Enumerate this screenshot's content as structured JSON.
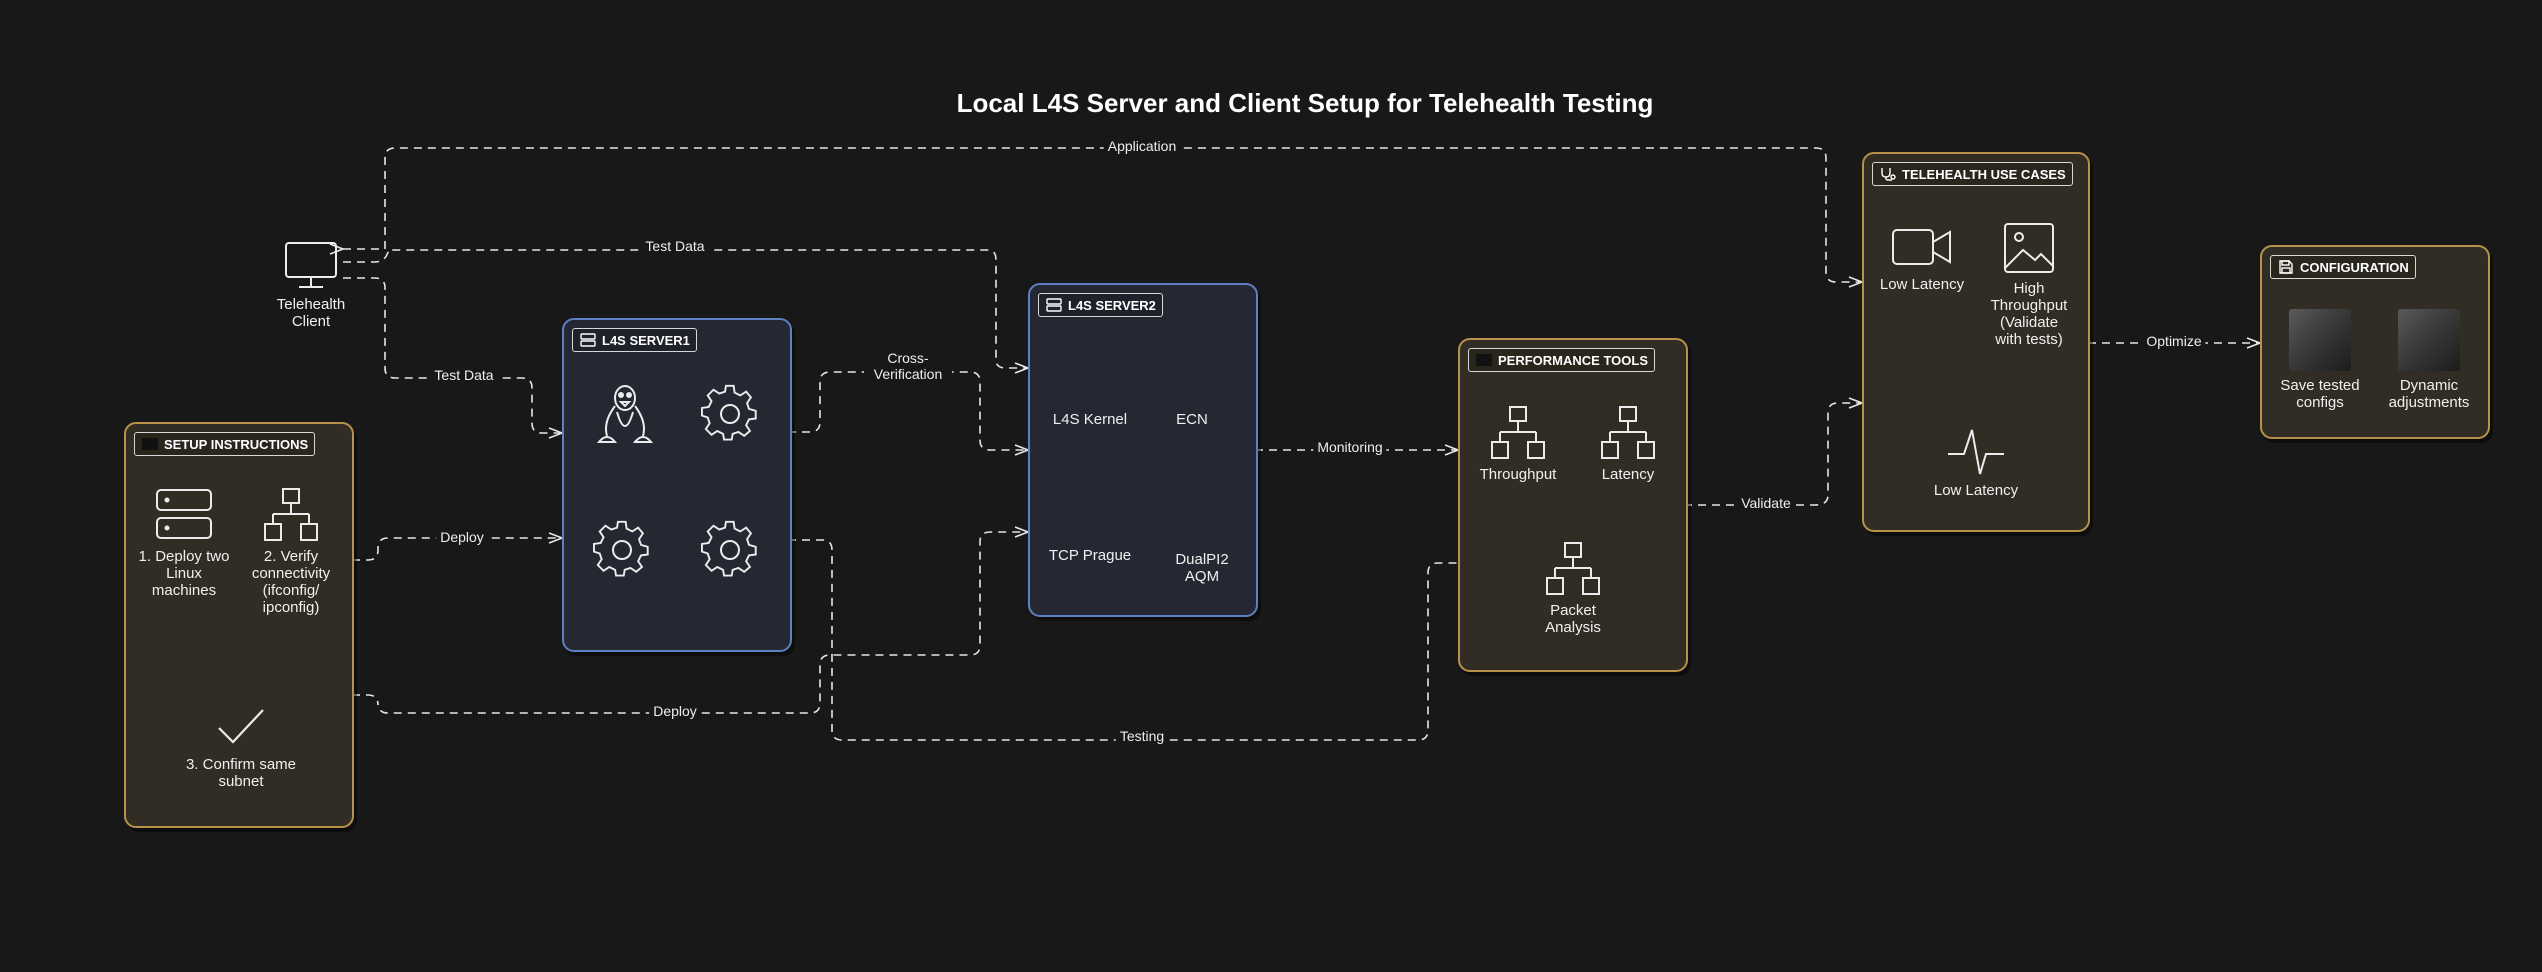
{
  "title": "Local L4S Server and Client Setup for Telehealth Testing",
  "colors": {
    "background": "#181818",
    "gold_border": "#b8914a",
    "blue_border": "#5d80c2",
    "edge": "#e6e6e6"
  },
  "client": {
    "label": "Telehealth Client",
    "icon": "monitor-icon"
  },
  "setup": {
    "header": "SETUP INSTRUCTIONS",
    "steps": [
      {
        "label": "1. Deploy two Linux machines",
        "icon": "server-stack-icon"
      },
      {
        "label": "2. Verify connectivity (ifconfig/ ipconfig)",
        "icon": "network-icon"
      },
      {
        "label": "3. Confirm same subnet",
        "icon": "check-icon"
      }
    ]
  },
  "server1": {
    "header": "L4S SERVER1",
    "icons": [
      "linux-penguin-icon",
      "gear-icon",
      "gear-icon",
      "gear-icon"
    ]
  },
  "server2": {
    "header": "L4S SERVER2",
    "items": [
      "L4S Kernel",
      "ECN",
      "TCP Prague",
      "DualPI2 AQM"
    ]
  },
  "perf": {
    "header": "PERFORMANCE TOOLS",
    "items": [
      "Throughput",
      "Latency",
      "Packet Analysis"
    ]
  },
  "telehealth": {
    "header": "TELEHEALTH USE CASES",
    "items": [
      {
        "label": "Low Latency",
        "icon": "video-camera-icon"
      },
      {
        "label": "High Throughput (Validate with tests)",
        "icon": "image-icon"
      },
      {
        "label": "Low Latency",
        "icon": "heartbeat-icon"
      }
    ]
  },
  "config": {
    "header": "CONFIGURATION",
    "items": [
      "Save tested configs",
      "Dynamic adjustments"
    ]
  },
  "edges": {
    "application": "Application",
    "test_data_top": "Test Data",
    "test_data_left": "Test Data",
    "cross_verification": "Cross- Verification",
    "deploy_top": "Deploy",
    "deploy_bottom": "Deploy",
    "monitoring": "Monitoring",
    "validate": "Validate",
    "testing": "Testing",
    "optimize": "Optimize"
  }
}
